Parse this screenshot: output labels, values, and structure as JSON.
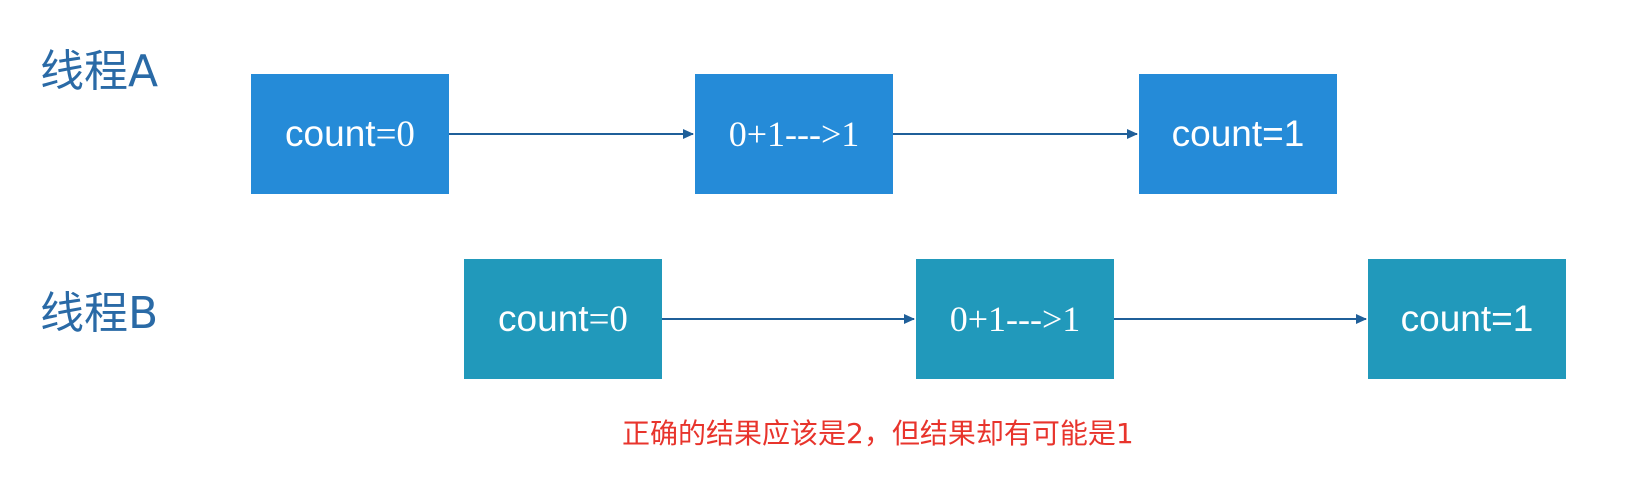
{
  "thread_a": {
    "label": "线程A",
    "step1": {
      "word": "count",
      "value": "=0"
    },
    "step2": "0+1--->1",
    "step3": "count=1"
  },
  "thread_b": {
    "label": "线程B",
    "step1": {
      "word": "count",
      "value": "=0"
    },
    "step2": "0+1--->1",
    "step3": "count=1"
  },
  "conclusion": "正确的结果应该是2，但结果却有可能是1",
  "colors": {
    "thread_a_box": "#258bd8",
    "thread_b_box": "#2199bb",
    "label_text": "#2a6aa6",
    "arrow": "#1f5f99",
    "conclusion_text": "#e8342c"
  }
}
